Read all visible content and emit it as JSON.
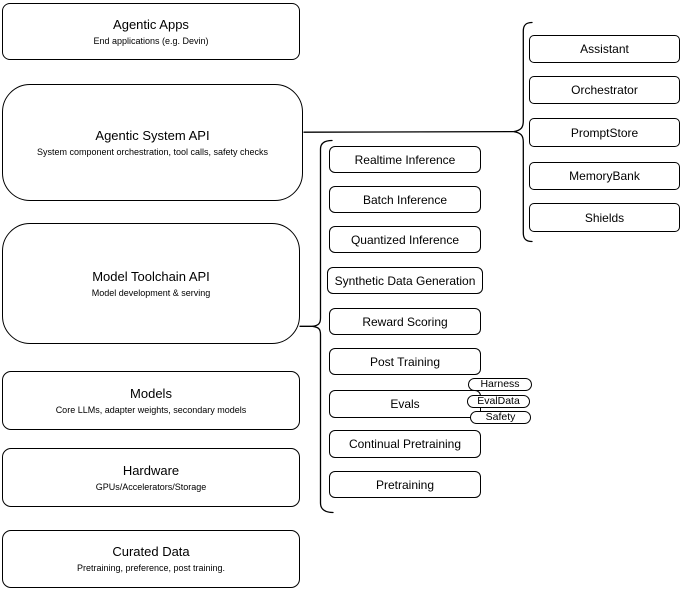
{
  "diagram": {
    "left_stack": [
      {
        "title": "Agentic Apps",
        "subtitle": "End applications (e.g. Devin)"
      },
      {
        "title": "Agentic System API",
        "subtitle": "System component orchestration, tool calls, safety checks"
      },
      {
        "title": "Model Toolchain API",
        "subtitle": "Model development & serving"
      },
      {
        "title": "Models",
        "subtitle": "Core LLMs, adapter weights, secondary models"
      },
      {
        "title": "Hardware",
        "subtitle": "GPUs/Accelerators/Storage"
      },
      {
        "title": "Curated Data",
        "subtitle": "Pretraining, preference, post training."
      }
    ],
    "toolchain_items": [
      {
        "label": "Realtime Inference"
      },
      {
        "label": "Batch Inference"
      },
      {
        "label": "Quantized Inference"
      },
      {
        "label": "Synthetic Data Generation"
      },
      {
        "label": "Reward Scoring"
      },
      {
        "label": "Post Training"
      },
      {
        "label": "Evals"
      },
      {
        "label": "Continual Pretraining"
      },
      {
        "label": "Pretraining"
      }
    ],
    "evals_tags": [
      {
        "label": "Harness"
      },
      {
        "label": "EvalData"
      },
      {
        "label": "Safety"
      }
    ],
    "system_components": [
      {
        "label": "Assistant"
      },
      {
        "label": "Orchestrator"
      },
      {
        "label": "PromptStore"
      },
      {
        "label": "MemoryBank"
      },
      {
        "label": "Shields"
      }
    ],
    "colors": {
      "stroke": "#000000",
      "fill": "#ffffff",
      "text": "#000000"
    }
  }
}
